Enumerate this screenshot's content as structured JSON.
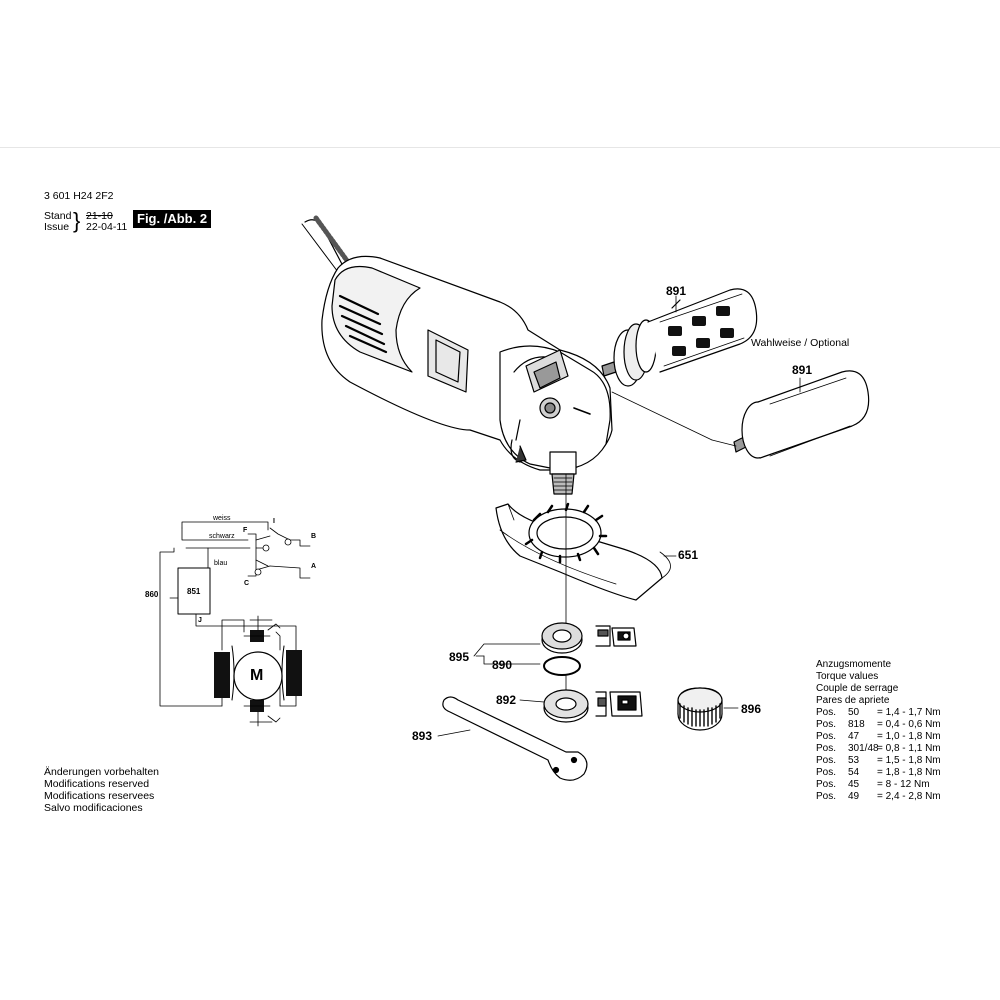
{
  "header": {
    "part_number": "3 601 H24 2F2",
    "stand_label": "Stand",
    "issue_label": "Issue",
    "stand_value": "21-10",
    "issue_value": "22-04-11",
    "figure_label": "Fig. /Abb. 2"
  },
  "callouts": {
    "handle_top": "891",
    "handle_bottom": "891",
    "optional_note": "Wahlweise / Optional",
    "guard": "651",
    "flange_group": "895",
    "o_ring": "890",
    "clamp_nut": "892",
    "quick_nut": "896",
    "spanner": "893"
  },
  "wiring": {
    "weiss": "weiss",
    "schwarz": "schwarz",
    "blau": "blau",
    "F": "F",
    "C": "C",
    "J": "J",
    "I": "I",
    "B": "B",
    "A": "A",
    "box_label": "851",
    "side_label": "860",
    "motor_label": "M"
  },
  "torque": {
    "title_de": "Anzugsmomente",
    "title_en": "Torque values",
    "title_fr": "Couple de serrage",
    "title_es": "Pares de apriete",
    "rows": [
      {
        "label": "Pos.",
        "pos": "50",
        "value": "= 1,4 - 1,7 Nm"
      },
      {
        "label": "Pos.",
        "pos": "818",
        "value": "= 0,4 - 0,6 Nm"
      },
      {
        "label": "Pos.",
        "pos": "47",
        "value": "= 1,0 - 1,8 Nm"
      },
      {
        "label": "Pos.",
        "pos": "301/48",
        "value": "= 0,8 - 1,1 Nm"
      },
      {
        "label": "Pos.",
        "pos": "53",
        "value": "= 1,5 - 1,8 Nm"
      },
      {
        "label": "Pos.",
        "pos": "54",
        "value": "= 1,8 - 1,8 Nm"
      },
      {
        "label": "Pos.",
        "pos": "45",
        "value": "= 8 - 12 Nm"
      },
      {
        "label": "Pos.",
        "pos": "49",
        "value": "= 2,4 - 2,8 Nm"
      }
    ]
  },
  "modifications": {
    "de": "Änderungen vorbehalten",
    "en": "Modifications reserved",
    "fr": "Modifications reservees",
    "es": "Salvo modificaciones"
  }
}
